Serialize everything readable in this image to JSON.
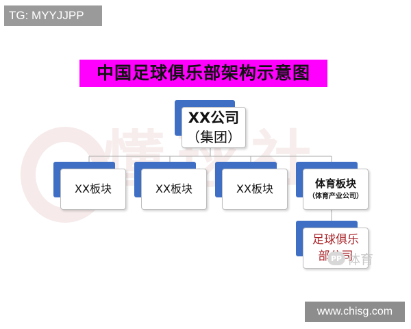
{
  "corner_tag": "TG: MYYJJPP",
  "title": "中国足球俱乐部架构示意图",
  "watermark": {
    "text": "懂球社"
  },
  "org_chart": {
    "root": {
      "line1": "XX公司",
      "line2": "（集团）"
    },
    "segments": [
      {
        "line1": "XX板块"
      },
      {
        "line1": "XX板块"
      },
      {
        "line1": "XX板块"
      },
      {
        "line1": "体育板块",
        "line2": "（体育产业公司）"
      }
    ],
    "club": {
      "line1": "足球俱乐",
      "line2": "部公司"
    }
  },
  "logo_badge": {
    "mark": "PP",
    "text": "体育"
  },
  "footer_url": "www.chisg.com",
  "colors": {
    "title_background": "#ff00ff",
    "node_accent": "#3f6fc4",
    "club_text": "#a8252a",
    "connector": "#a9a9a9"
  }
}
